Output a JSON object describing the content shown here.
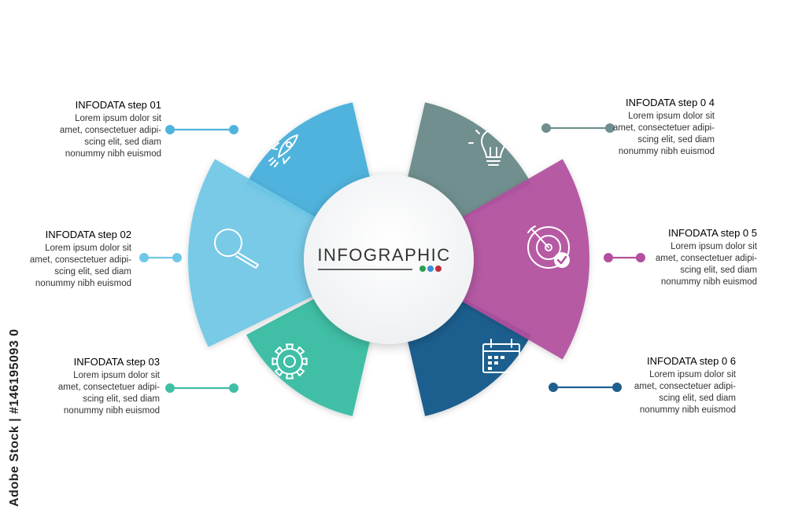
{
  "center": {
    "title": "INFOGRAPHIC",
    "dot_colors": [
      "#2e9e4e",
      "#3a8fd6",
      "#c0303a"
    ]
  },
  "steps": [
    {
      "title": "INFODATA step 01",
      "color": "#4fb3dd",
      "icon": "rocket-icon",
      "lines": [
        "Lorem ipsum dolor sit",
        "amet, consectetuer adipi-",
        "scing elit, sed diam",
        "nonummy nibh euismod"
      ]
    },
    {
      "title": "INFODATA step 02",
      "color": "#6fc7e6",
      "icon": "magnifier-icon",
      "lines": [
        "Lorem ipsum dolor sit",
        "amet, consectetuer adipi-",
        "scing elit, sed diam",
        "nonummy nibh euismod"
      ]
    },
    {
      "title": "INFODATA step 03",
      "color": "#3fbfa6",
      "icon": "gear-icon",
      "lines": [
        "Lorem ipsum dolor sit",
        "amet, consectetuer adipi-",
        "scing elit, sed diam",
        "nonummy nibh euismod"
      ]
    },
    {
      "title": "INFODATA step 0 4",
      "color": "#6f8f8e",
      "icon": "lightbulb-icon",
      "lines": [
        "Lorem ipsum dolor sit",
        "amet, consectetuer adipi-",
        "scing elit, sed diam",
        "nonummy nibh euismod"
      ]
    },
    {
      "title": "INFODATA step 0 5",
      "color": "#b24f9e",
      "icon": "target-icon",
      "lines": [
        "Lorem ipsum dolor sit",
        "amet, consectetuer adipi-",
        "scing elit, sed diam",
        "nonummy nibh euismod"
      ]
    },
    {
      "title": "INFODATA step 0 6",
      "color": "#1f5f8f",
      "icon": "calendar-icon",
      "lines": [
        "Lorem ipsum dolor sit",
        "amet, consectetuer adipi-",
        "scing elit, sed diam",
        "nonummy nibh euismod"
      ]
    }
  ],
  "stamp": "Adobe Stock | #146195093 0",
  "watermark": "Adobe Stock"
}
